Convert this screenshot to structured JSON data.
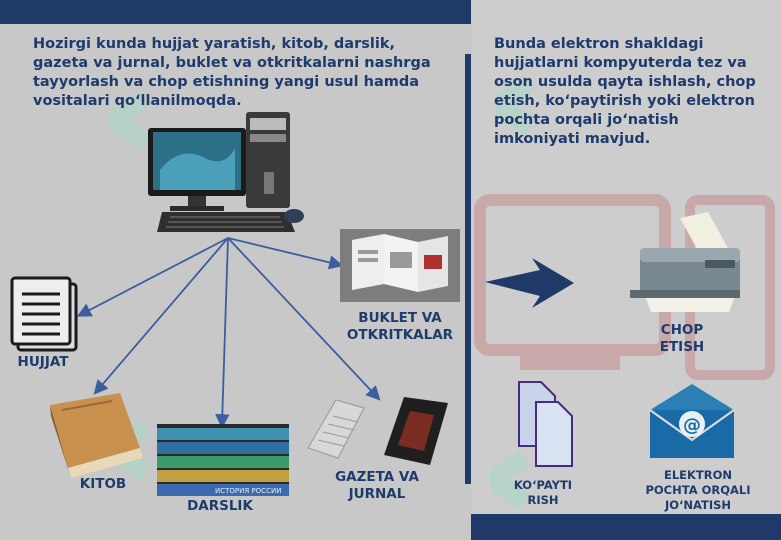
{
  "left_panel": {
    "intro": "Hozirgi kunda hujjat yaratish, kitob, darslik, gazeta va jurnal, buklet va otkritkalarni nashrga tayyorlash va chop etishning yangi usul hamda vositalari qo‘llanilmoqda.",
    "items": {
      "hujjat": "HUJJAT",
      "kitob": "KITOB",
      "darslik": "DARSLIK",
      "gazeta": "GAZETA VA JURNAL",
      "buklet": "BUKLET VA OTKRITKALAR"
    },
    "darslik_book_text": "ИСТОРИЯ РОССИИ"
  },
  "right_panel": {
    "intro": "Bunda elektron shakldagi hujjatlarni kompyuterda tez va oson usulda qayta ishlash, chop etish, ko‘paytirish yoki elektron pochta orqali jo‘natish imkoniyati mavjud.",
    "items": {
      "chop": "CHOP ETISH",
      "kopaytirish": "KO‘PAYTIRISH",
      "pochta": "ELEKTRON POCHTA ORQALI JO‘NATISH"
    }
  },
  "colors": {
    "navy": "#1f3a68",
    "text": "#1e3b6d",
    "arrow": "#3a5ea0",
    "accent_red": "#c58a8a"
  },
  "icons": [
    "computer-icon",
    "document-icon",
    "book-icon",
    "textbooks-icon",
    "newspaper-icon",
    "brochure-icon",
    "printer-icon",
    "copy-icon",
    "email-icon"
  ]
}
